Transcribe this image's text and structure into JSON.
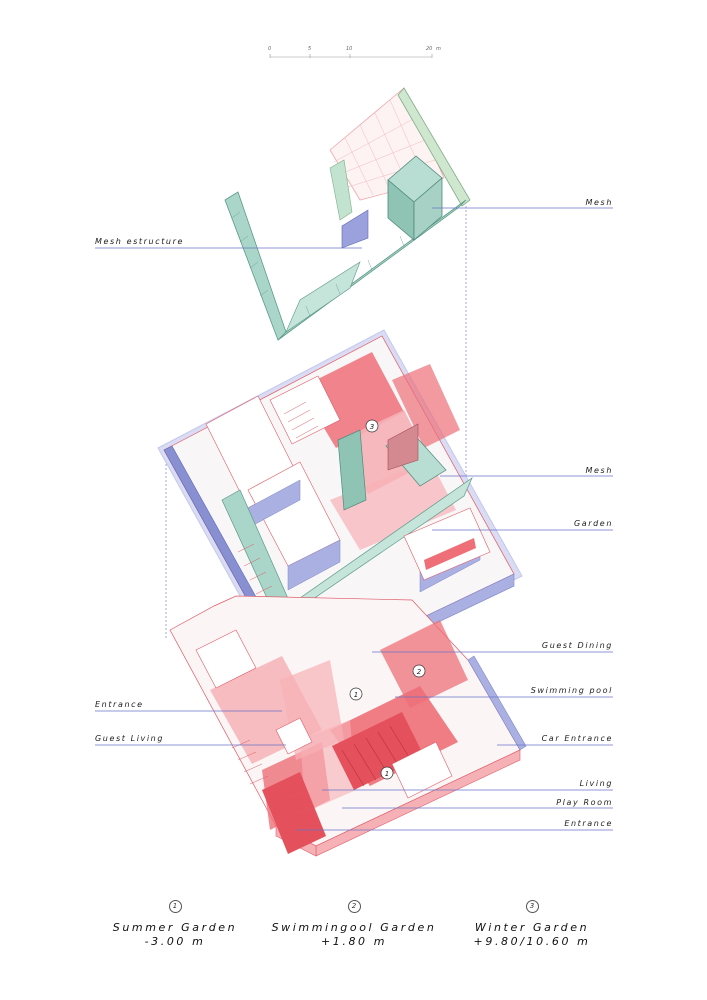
{
  "scale_bar": {
    "ticks": [
      "0",
      "5",
      "10",
      "20"
    ],
    "unit": "m"
  },
  "labels_right": [
    {
      "id": "mesh-top",
      "text": "Mesh"
    },
    {
      "id": "mesh-mid",
      "text": "Mesh"
    },
    {
      "id": "garden",
      "text": "Garden"
    },
    {
      "id": "guest-dining",
      "text": "Guest Dining"
    },
    {
      "id": "swimming-pool",
      "text": "Swimming pool"
    },
    {
      "id": "car-entrance",
      "text": "Car Entrance"
    },
    {
      "id": "living",
      "text": "Living"
    },
    {
      "id": "play-room",
      "text": "Play Room"
    },
    {
      "id": "entrance-right",
      "text": "Entrance"
    }
  ],
  "labels_left": [
    {
      "id": "mesh-structure",
      "text": "Mesh estructure"
    },
    {
      "id": "entrance-left",
      "text": "Entrance"
    },
    {
      "id": "guest-living",
      "text": "Guest Living"
    }
  ],
  "markers": [
    "3",
    "2",
    "1",
    "1"
  ],
  "legend": [
    {
      "num": "1",
      "title": "Summer Garden",
      "level": "-3.00 m"
    },
    {
      "num": "2",
      "title": "Swimmingool Garden",
      "level": "+1.80 m"
    },
    {
      "num": "3",
      "title": "Winter Garden",
      "level": "+9.80/10.60 m"
    }
  ],
  "colors": {
    "mesh_fill": "#a9d6c8",
    "mesh_stroke": "#5e9a8a",
    "red_fill": "#ee6f78",
    "red_light": "#f6b1b6",
    "blue_fill": "#aab1e2",
    "blue_dark": "#7d86cc",
    "leader": "#6a73c6",
    "outline": "#e05a66"
  }
}
